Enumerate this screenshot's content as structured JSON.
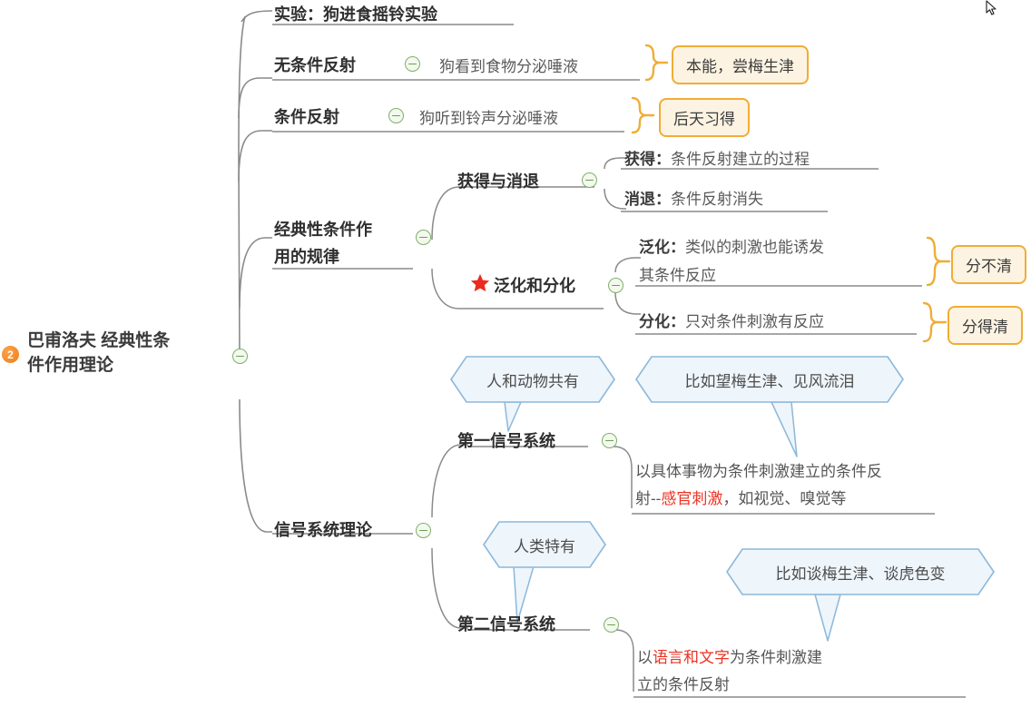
{
  "app": {
    "type": "mindmap",
    "background": "#ffffff",
    "accent_green": "#7fb069",
    "accent_orange": "#f0ad35",
    "accent_blue": "#8cb8da",
    "accent_red": "#ea3323"
  },
  "root": {
    "badge": "2",
    "line1": "巴甫洛夫 经典性条",
    "line2": "件作用理论",
    "toggle_icon": "collapse-minus-icon"
  },
  "branches": {
    "experiment": {
      "label": "实验：狗进食摇铃实验"
    },
    "unconditioned": {
      "label": "无条件反射",
      "detail": "狗看到食物分泌唾液",
      "box": "本能，尝梅生津",
      "toggle_icon": "collapse-minus-icon",
      "brace_icon": "curly-brace-icon"
    },
    "conditioned": {
      "label": "条件反射",
      "detail": "狗听到铃声分泌唾液",
      "box": "后天习得",
      "toggle_icon": "collapse-minus-icon",
      "brace_icon": "curly-brace-icon"
    },
    "laws": {
      "line1": "经典性条件作",
      "line2": "用的规律",
      "toggle_icon": "collapse-minus-icon",
      "children": [
        {
          "label": "获得与消退",
          "toggle_icon": "collapse-minus-icon",
          "leaves": [
            {
              "key": "获得：",
              "text": "条件反射建立的过程"
            },
            {
              "key": "消退：",
              "text": "条件反射消失"
            }
          ]
        },
        {
          "label": "泛化和分化",
          "star_icon": "red-star-icon",
          "toggle_icon": "collapse-minus-icon",
          "leaves": [
            {
              "key": "泛化：",
              "text_line1": "类似的刺激也能诱发",
              "text_line2": "其条件反应",
              "box": "分不清",
              "brace_icon": "curly-brace-icon"
            },
            {
              "key": "分化：",
              "text_line1": "只对条件刺激有反应",
              "box": "分得清",
              "brace_icon": "curly-brace-icon"
            }
          ]
        }
      ]
    },
    "signal_system": {
      "label": "信号系统理论",
      "toggle_icon": "collapse-minus-icon",
      "children": [
        {
          "label": "第一信号系统",
          "toggle_icon": "collapse-minus-icon",
          "bubbles": [
            "人和动物共有",
            "比如望梅生津、见风流泪"
          ],
          "note": {
            "line1_a": "以具体事物为条件刺激建立的条件反",
            "line2_a": "射--",
            "line2_red": "感官刺激",
            "line2_b": "，如视觉、嗅觉等"
          }
        },
        {
          "label": "第二信号系统",
          "toggle_icon": "collapse-minus-icon",
          "bubbles": [
            "人类特有",
            "比如谈梅生津、谈虎色变"
          ],
          "note": {
            "line1_a": "以",
            "line1_red": "语言和文字",
            "line1_b": "为条件刺激建",
            "line2_a": "立的条件反射"
          }
        }
      ]
    }
  },
  "pointer": {
    "icon": "mouse-cursor-icon"
  }
}
